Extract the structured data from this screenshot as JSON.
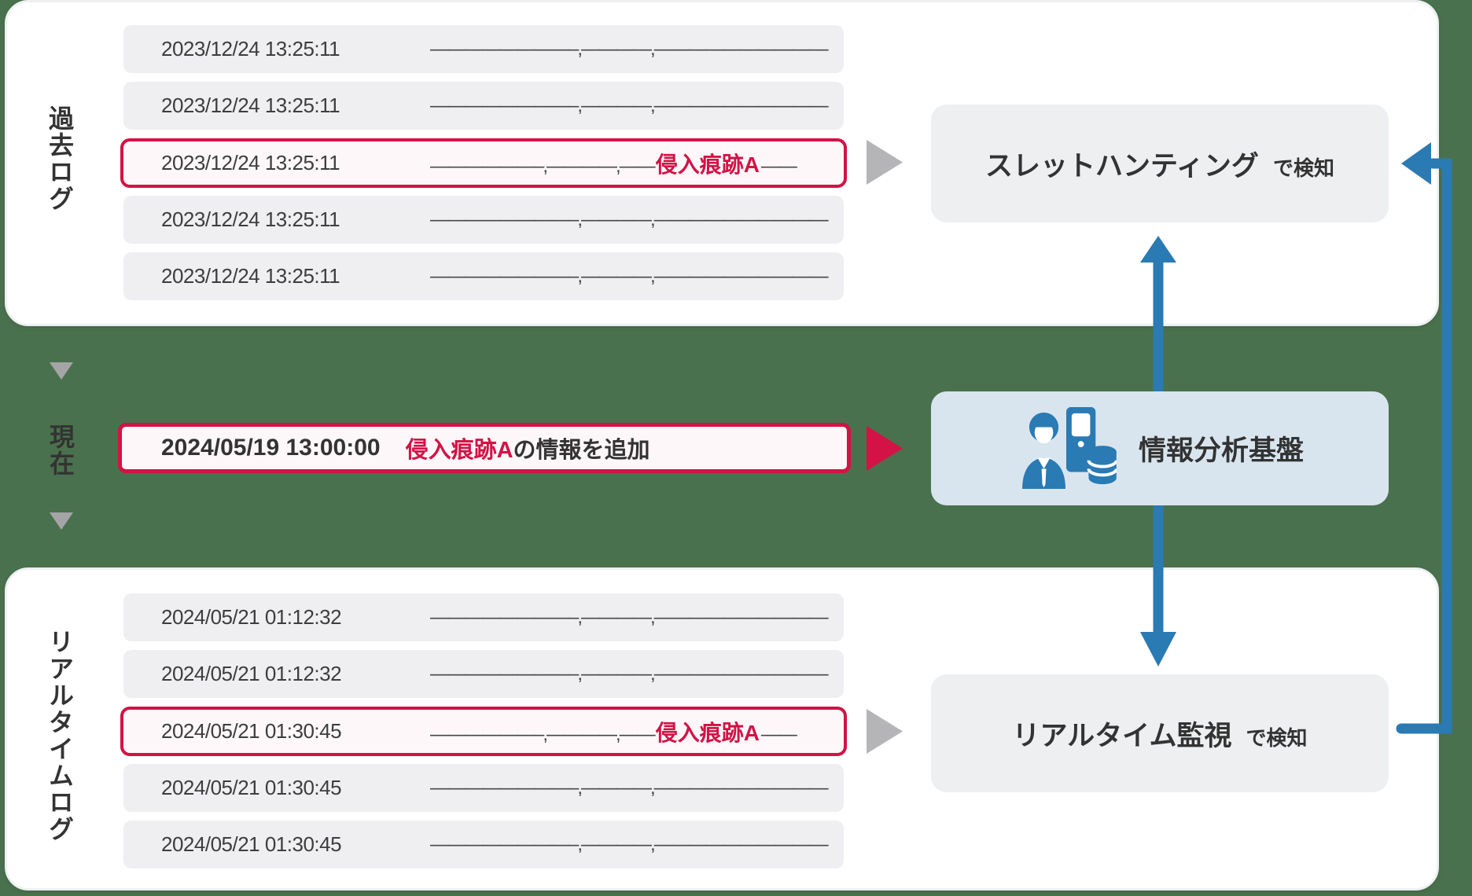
{
  "colors": {
    "background_green": "#4a714d",
    "card_white": "#ffffff",
    "row_gray": "#efeff1",
    "highlight_row_bg": "#fdf7f9",
    "accent_red": "#d31245",
    "arrow_blue": "#2a7ab4",
    "detect_box_gray": "#eeeff1",
    "platform_box_blue": "#d9e5ee",
    "text_dark": "#333333",
    "flow_triangle_gray": "#b5b5b8"
  },
  "past": {
    "label": "過去ログ",
    "rows": [
      {
        "timestamp": "2023/12/24 13:25:11",
        "dashes": "————————–,————,——————————"
      },
      {
        "timestamp": "2023/12/24 13:25:11",
        "dashes": "————————–,————,——————————"
      },
      {
        "timestamp": "2023/12/24 13:25:11",
        "dashes_pre": "——————–,————,——",
        "highlight": "侵入痕跡A",
        "dashes_post": "——"
      },
      {
        "timestamp": "2023/12/24 13:25:11",
        "dashes": "————————–,————,——————————"
      },
      {
        "timestamp": "2023/12/24 13:25:11",
        "dashes": "————————–,————,——————————"
      }
    ],
    "detect_box": {
      "title": "スレットハンティング",
      "suffix": "で検知"
    }
  },
  "present": {
    "label": "現在",
    "row": {
      "timestamp": "2024/05/19 13:00:00",
      "highlight": "侵入痕跡A",
      "rest": "の情報を追加"
    },
    "box": {
      "title": "情報分析基盤",
      "icon": "analyst-database-icon"
    }
  },
  "realtime": {
    "label": "リアルタイムログ",
    "rows": [
      {
        "timestamp": "2024/05/21 01:12:32",
        "dashes": "————————–,————,——————————"
      },
      {
        "timestamp": "2024/05/21 01:12:32",
        "dashes": "————————–,————,——————————"
      },
      {
        "timestamp": "2024/05/21 01:30:45",
        "dashes_pre": "——————–,————,——",
        "highlight": "侵入痕跡A",
        "dashes_post": "——"
      },
      {
        "timestamp": "2024/05/21 01:30:45",
        "dashes": "————————–,————,——————————"
      },
      {
        "timestamp": "2024/05/21 01:30:45",
        "dashes": "————————–,————,——————————"
      }
    ],
    "detect_box": {
      "title": "リアルタイム監視",
      "suffix": "で検知"
    }
  }
}
